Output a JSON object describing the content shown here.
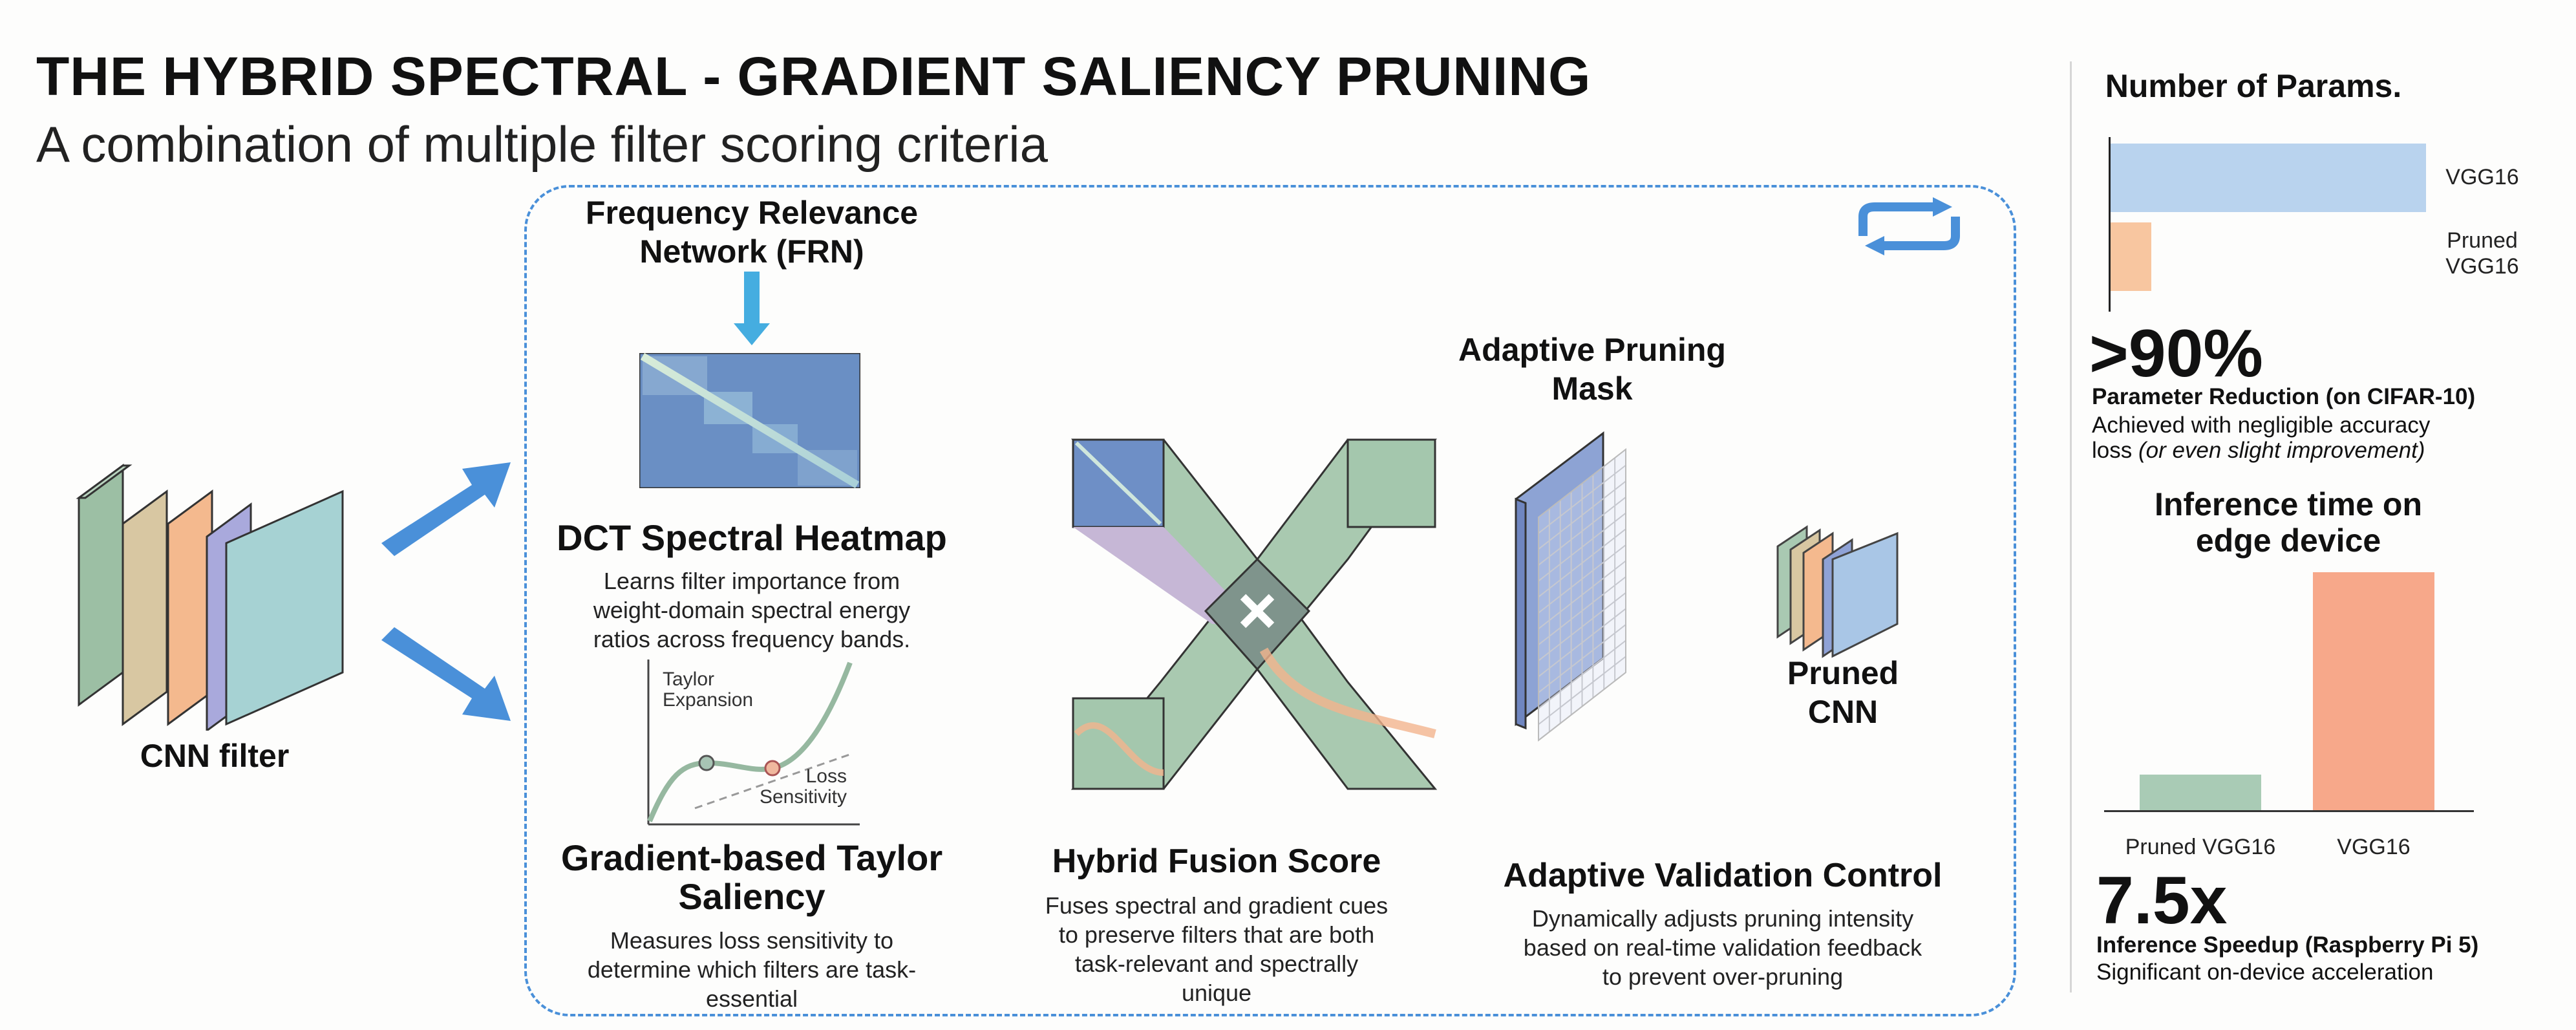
{
  "header": {
    "title": "THE HYBRID SPECTRAL - GRADIENT SALIENCY PRUNING",
    "subtitle": "A combination of multiple filter scoring criteria"
  },
  "input": {
    "label": "CNN filter"
  },
  "frn": {
    "title_line1": "Frequency Relevance",
    "title_line2": "Network (FRN)"
  },
  "dct": {
    "title": "DCT Spectral Heatmap",
    "desc": [
      "Learns filter importance from",
      "weight-domain spectral energy",
      "ratios across frequency bands."
    ]
  },
  "taylor": {
    "chart_label1": "Taylor",
    "chart_label2": "Expansion",
    "chart_label3": "Loss",
    "chart_label4": "Sensitivity",
    "title_line1": "Gradient-based Taylor",
    "title_line2": "Saliency",
    "desc": [
      "Measures loss sensitivity to",
      "determine which filters are task-",
      "essential"
    ]
  },
  "fusion": {
    "title": "Hybrid Fusion Score",
    "desc": [
      "Fuses spectral and gradient cues",
      "to preserve filters that are both",
      "task-relevant and spectrally",
      "unique"
    ]
  },
  "mask": {
    "title_line1": "Adaptive Pruning",
    "title_line2": "Mask"
  },
  "pruned": {
    "label_line1": "Pruned",
    "label_line2": "CNN"
  },
  "validation": {
    "title": "Adaptive Validation Control",
    "desc": [
      "Dynamically adjusts pruning intensity",
      "based on real-time validation feedback",
      "to prevent over-pruning"
    ]
  },
  "results": {
    "params_stat": ">90%",
    "params_stat_title": "Parameter Reduction (on CIFAR-10)",
    "params_stat_desc1": "Achieved with negligible accuracy",
    "params_stat_desc2_plain": "loss ",
    "params_stat_desc2_italic": "(or even slight improvement)",
    "speed_stat": "7.5x",
    "speed_stat_title": "Inference Speedup (Raspberry Pi 5)",
    "speed_stat_desc": "Significant on-device acceleration"
  },
  "chart_data": [
    {
      "type": "bar",
      "orientation": "horizontal",
      "title": "Number of Params.",
      "categories": [
        "VGG16",
        "Pruned VGG16"
      ],
      "category_lines": [
        [
          "VGG16"
        ],
        [
          "Pruned",
          "VGG16"
        ]
      ],
      "values": [
        100,
        13
      ],
      "colors": [
        "#b9d3ee",
        "#f8c6a0"
      ],
      "xlim": [
        0,
        100
      ]
    },
    {
      "type": "bar",
      "orientation": "vertical",
      "title": "Inference time on edge device",
      "title_lines": [
        "Inference time on",
        "edge device"
      ],
      "categories": [
        "Pruned VGG16",
        "VGG16"
      ],
      "values": [
        1,
        6.7
      ],
      "colors": [
        "#a9cbb5",
        "#f7a88a"
      ],
      "ylim": [
        0,
        6.7
      ]
    }
  ],
  "colors": {
    "accent": "#4a90d9",
    "arrow": "#4a90d9",
    "text": "#111111"
  }
}
